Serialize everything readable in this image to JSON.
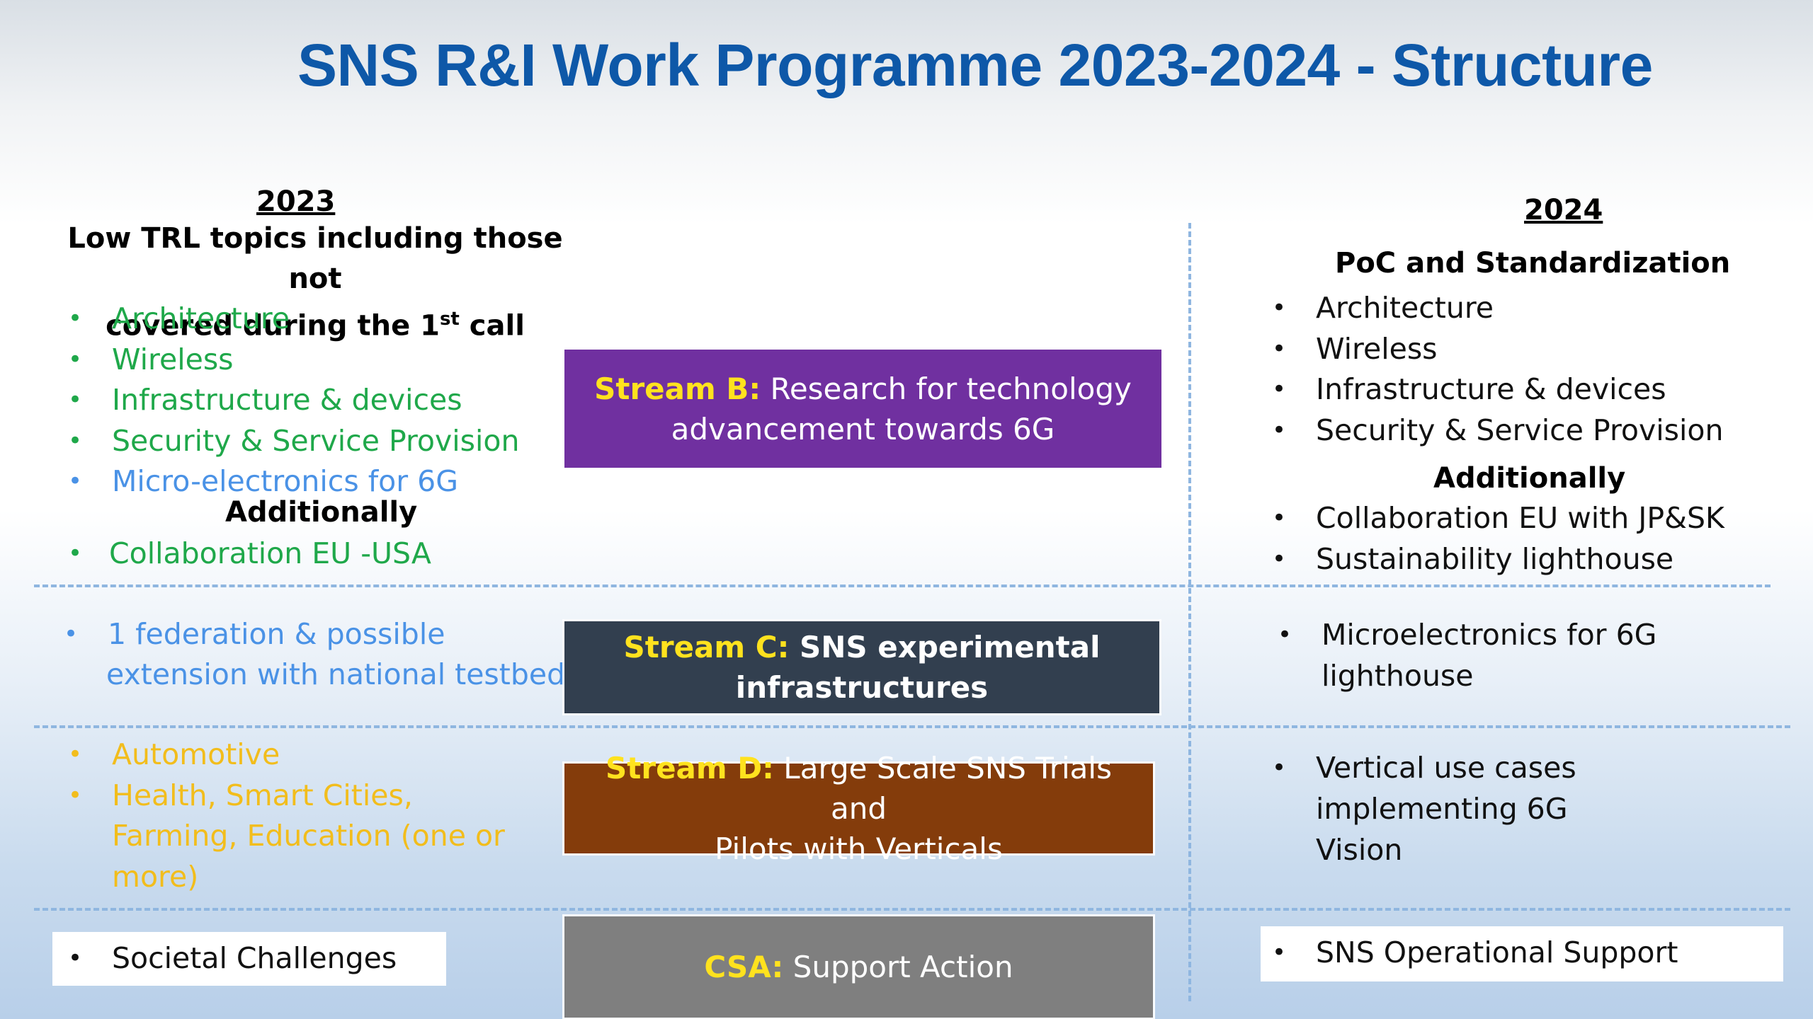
{
  "title": "SNS R&I Work Programme 2023-2024 - Structure",
  "col2023": {
    "year": "2023",
    "heading_line1": "Low TRL topics including those not",
    "heading_line2_pre": "covered during the 1",
    "heading_sup": "st",
    "heading_line2_post": " call",
    "items": [
      "Architecture",
      "Wireless",
      "Infrastructure & devices",
      "Security & Service Provision"
    ],
    "item_blue": "Micro-electronics for 6G",
    "additionally": "Additionally",
    "collab": "Collaboration EU -USA",
    "streamC_items": [
      "1 federation & possible",
      "extension with national testbeds"
    ],
    "streamD_items": [
      "Automotive",
      "Health, Smart Cities,",
      "Farming, Education (one or",
      "more)"
    ],
    "csa_item": "Societal Challenges"
  },
  "col2024": {
    "year": "2024",
    "heading": "PoC and Standardization",
    "items": [
      "Architecture",
      "Wireless",
      "Infrastructure & devices",
      "Security & Service Provision"
    ],
    "additionally": "Additionally",
    "extra_items": [
      "Collaboration EU with  JP&SK",
      "Sustainability lighthouse"
    ],
    "streamC_items": [
      "Microelectronics for 6G",
      "lighthouse"
    ],
    "streamD_items": [
      "Vertical use cases",
      "implementing 6G",
      "Vision"
    ],
    "csa_item": "SNS Operational Support"
  },
  "streams": {
    "b": {
      "label": "Stream B:",
      "line1": " Research for technology",
      "line2": "advancement towards 6G"
    },
    "c": {
      "label": "Stream C:",
      "line1": " SNS experimental",
      "line2": "infrastructures"
    },
    "d": {
      "label": "Stream D:",
      "line1": " Large Scale SNS Trials and",
      "line2": "Pilots with Verticals"
    },
    "csa": {
      "label": "CSA:",
      "line1": " Support Action"
    }
  },
  "colors": {
    "title": "#0e58a8",
    "streamB": "#7030a0",
    "streamC": "#323f4f",
    "streamD": "#843c0b",
    "csa": "#7f7f7f",
    "label": "#ffe21e",
    "green": "#1fa84a",
    "blue": "#4a92e6",
    "yellow": "#f2bd1c",
    "dash": "#8fb6e0"
  }
}
